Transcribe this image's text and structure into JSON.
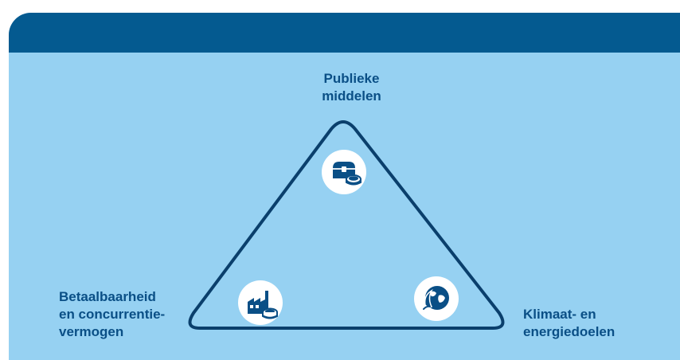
{
  "diagram": {
    "labels": {
      "top": "Publieke\nmiddelen",
      "left": "Betaalbaarheid\nen concurrentie-\nvermogen",
      "right": "Klimaat- en\nenergiedoelen"
    },
    "icons": {
      "top": "treasure-chest-coin-icon",
      "left": "factory-coin-icon",
      "right": "globe-leaf-icon"
    },
    "colors": {
      "header": "#045a90",
      "background": "#96d1f2",
      "accent": "#0a4f86",
      "icon_bg": "#ffffff"
    }
  }
}
